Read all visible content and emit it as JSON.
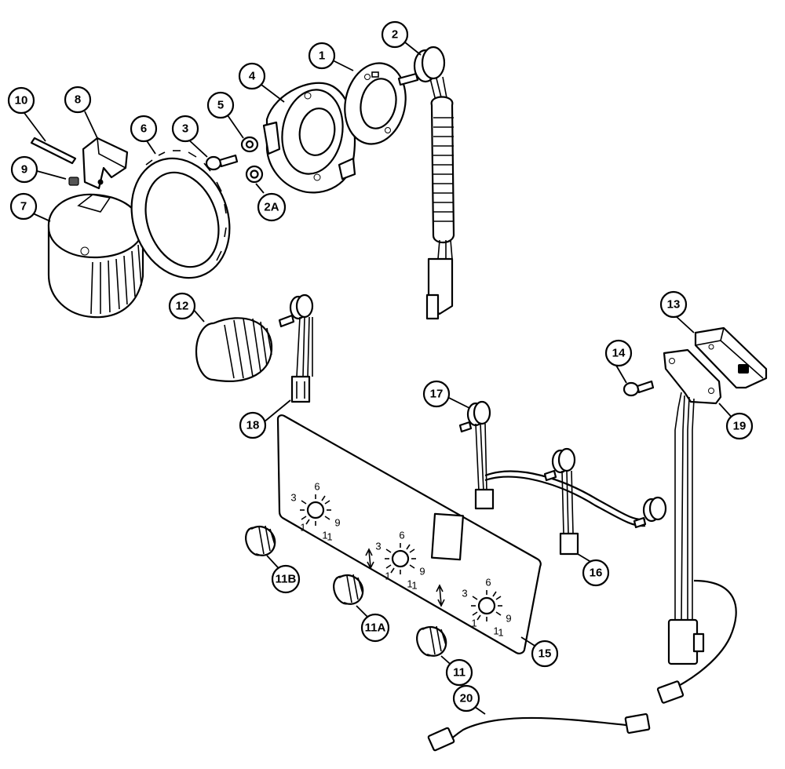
{
  "callouts": [
    {
      "id": "c-1",
      "label": "1"
    },
    {
      "id": "c-2",
      "label": "2"
    },
    {
      "id": "c-2a",
      "label": "2A"
    },
    {
      "id": "c-3",
      "label": "3"
    },
    {
      "id": "c-4",
      "label": "4"
    },
    {
      "id": "c-5",
      "label": "5"
    },
    {
      "id": "c-6",
      "label": "6"
    },
    {
      "id": "c-7",
      "label": "7"
    },
    {
      "id": "c-8",
      "label": "8"
    },
    {
      "id": "c-9",
      "label": "9"
    },
    {
      "id": "c-10",
      "label": "10"
    },
    {
      "id": "c-11",
      "label": "11"
    },
    {
      "id": "c-11a",
      "label": "11A"
    },
    {
      "id": "c-11b",
      "label": "11B"
    },
    {
      "id": "c-12",
      "label": "12"
    },
    {
      "id": "c-13",
      "label": "13"
    },
    {
      "id": "c-14",
      "label": "14"
    },
    {
      "id": "c-15",
      "label": "15"
    },
    {
      "id": "c-16",
      "label": "16"
    },
    {
      "id": "c-17",
      "label": "17"
    },
    {
      "id": "c-18",
      "label": "18"
    },
    {
      "id": "c-19",
      "label": "19"
    },
    {
      "id": "c-20",
      "label": "20"
    }
  ],
  "panel": {
    "dials": [
      {
        "id": "dial-left",
        "n3": "3",
        "n6": "6",
        "n9": "9",
        "n1": "1",
        "n11": "1",
        "n11b": "1"
      },
      {
        "id": "dial-center",
        "n3": "3",
        "n6": "6",
        "n9": "9",
        "n1": "1",
        "n11": "1",
        "n11b": "1"
      },
      {
        "id": "dial-right",
        "n3": "3",
        "n6": "6",
        "n9": "9",
        "n1": "1",
        "n11": "1",
        "n11b": "1"
      }
    ]
  }
}
